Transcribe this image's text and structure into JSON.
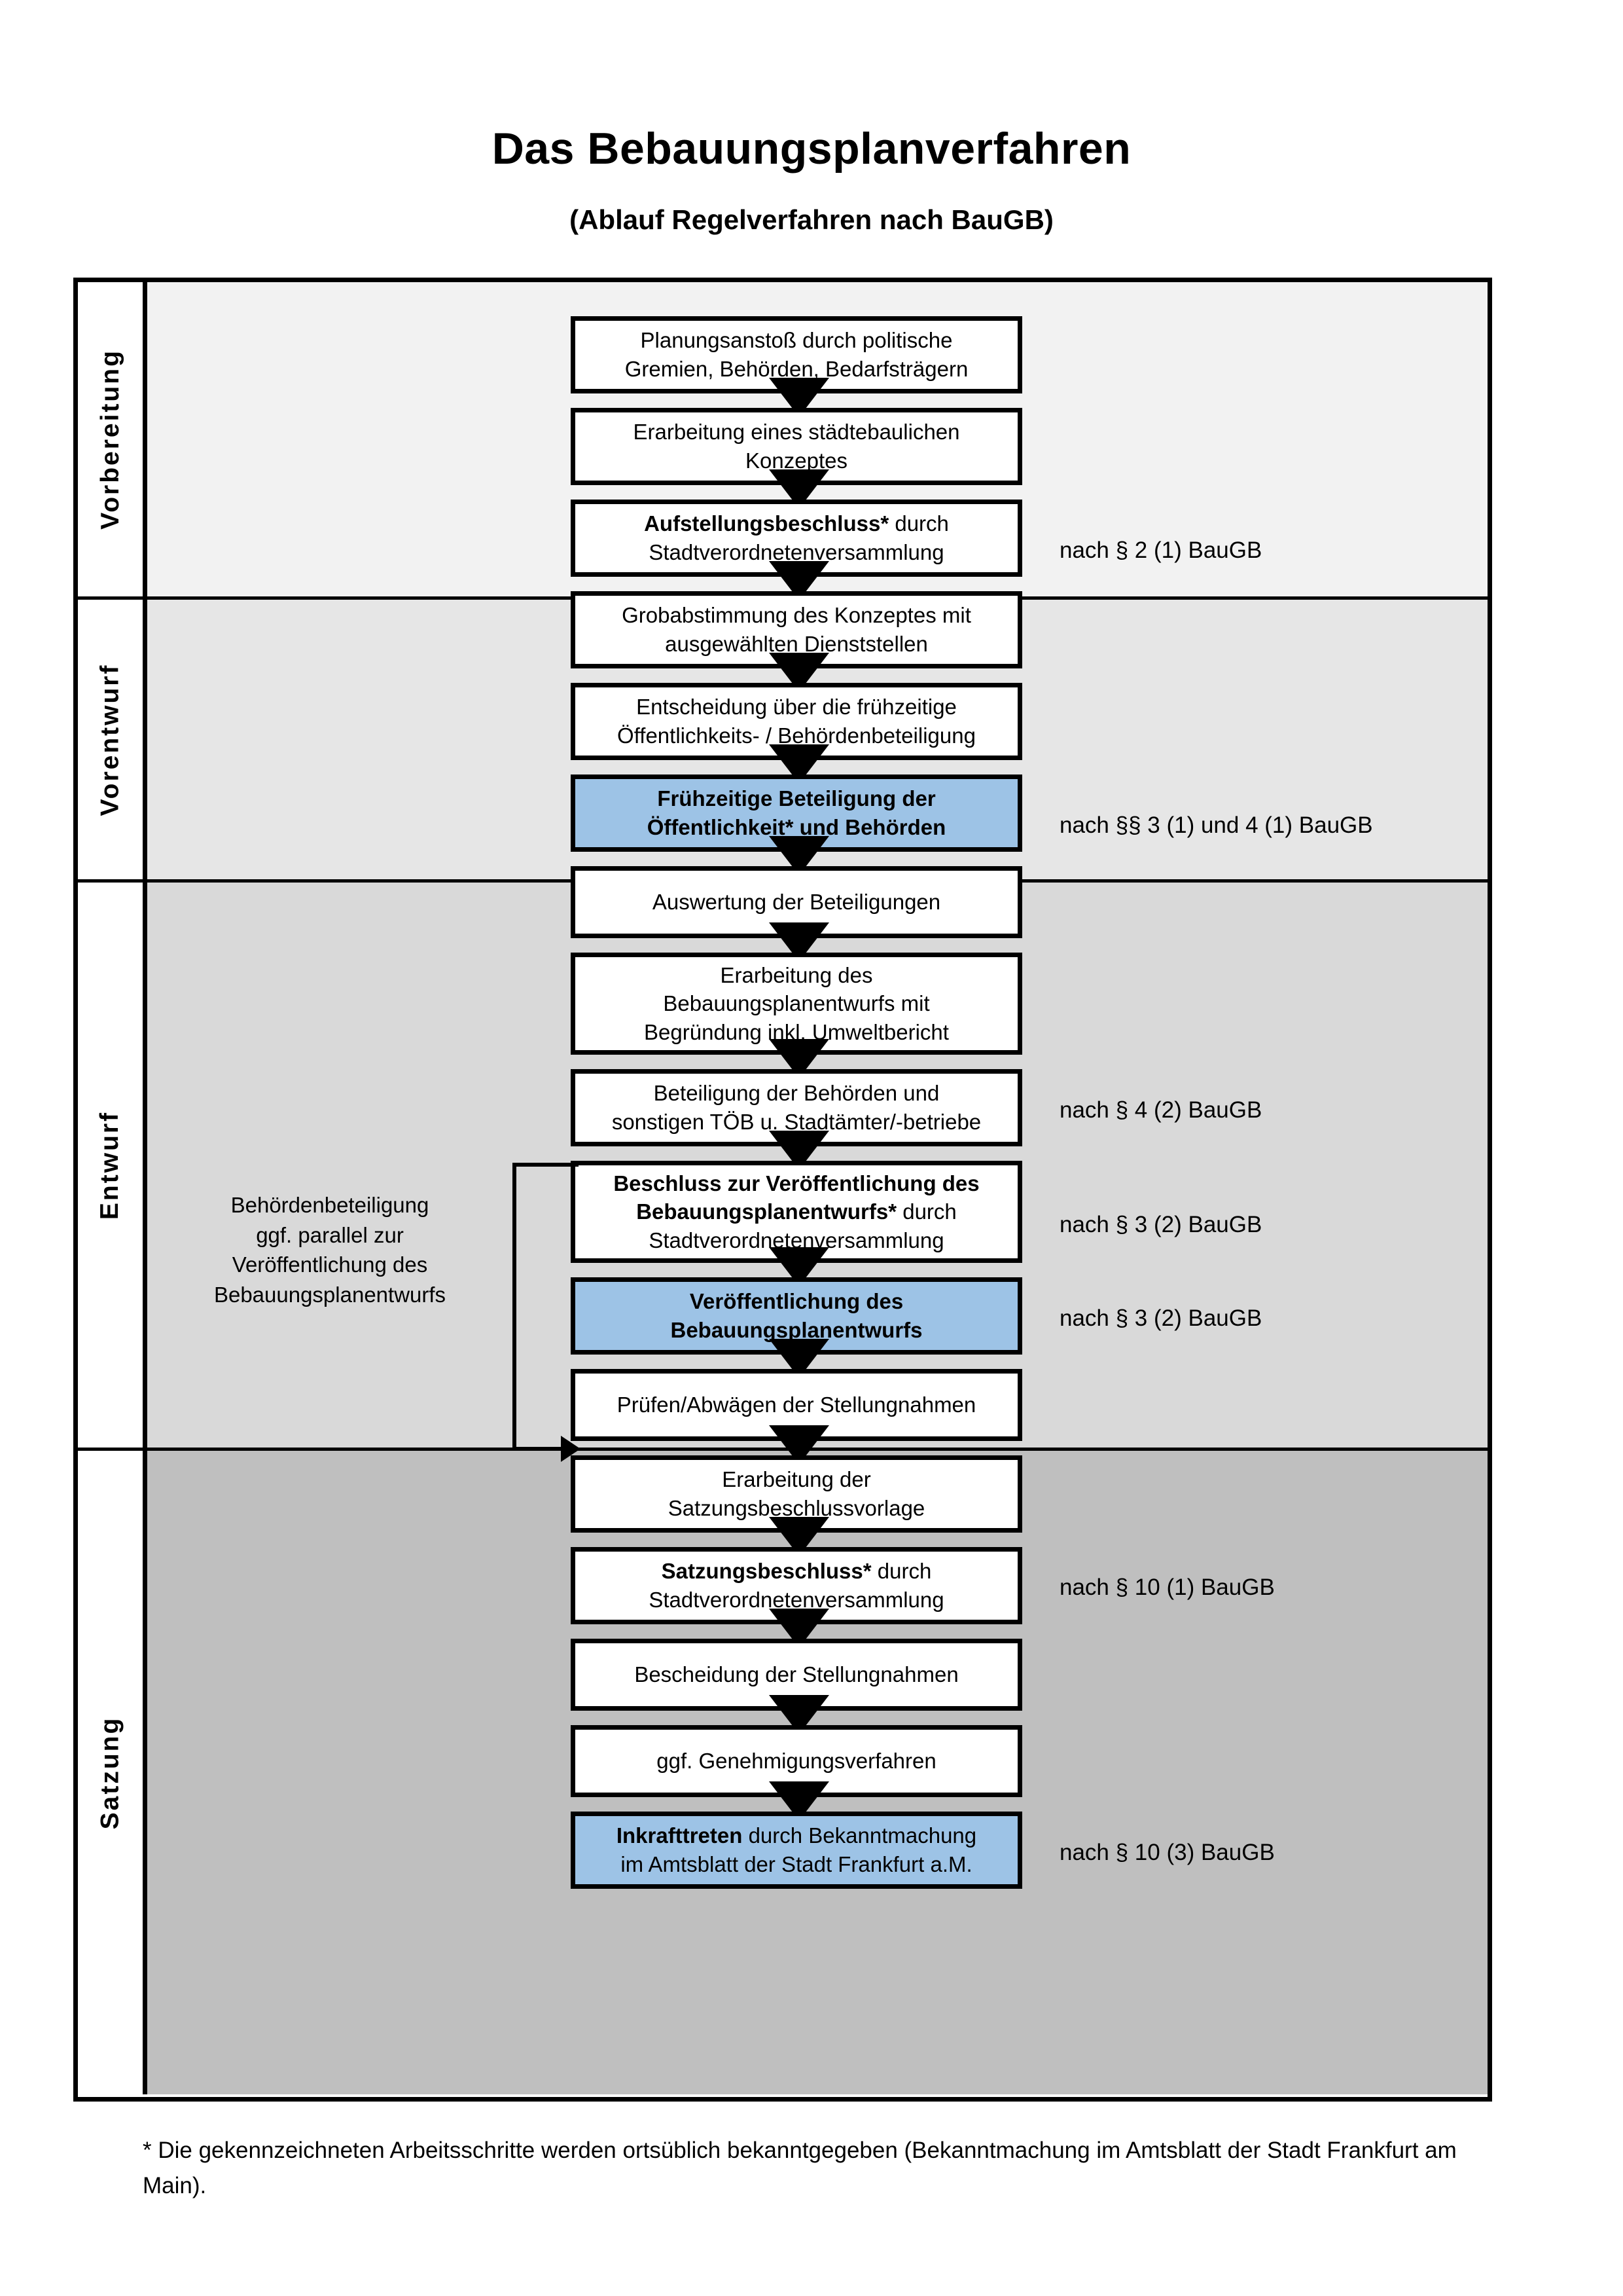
{
  "header": {
    "title": "Das Bebauungsplanverfahren",
    "subtitle": "(Ablauf Regelverfahren nach BauGB)"
  },
  "colors": {
    "highlight_blue": "#9DC3E6",
    "band_vorbereitung": "#F2F2F2",
    "band_vorentwurf": "#E6E6E6",
    "band_entwurf": "#D9D9D9",
    "band_satzung": "#BFBFBF",
    "line": "#000000"
  },
  "phases": [
    {
      "id": "vorbereitung",
      "label": "Vorbereitung"
    },
    {
      "id": "vorentwurf",
      "label": "Vorentwurf"
    },
    {
      "id": "entwurf",
      "label": "Entwurf"
    },
    {
      "id": "satzung",
      "label": "Satzung"
    }
  ],
  "steps": [
    {
      "id": "planungsanstoss",
      "phase": "vorbereitung",
      "highlight": false,
      "line1_bold": "",
      "line1": "Planungsanstoß durch politische",
      "line2": "Gremien, Behörden, Bedarfsträgern"
    },
    {
      "id": "staedtebauliches-konzept",
      "phase": "vorbereitung",
      "highlight": false,
      "line1_bold": "",
      "line1": "Erarbeitung eines städtebaulichen",
      "line2": "Konzeptes"
    },
    {
      "id": "aufstellungsbeschluss",
      "phase": "vorbereitung",
      "highlight": false,
      "line1_bold": "Aufstellungsbeschluss*",
      "line1": " durch",
      "line2": "Stadtverordnetenversammlung"
    },
    {
      "id": "grobabstimmung",
      "phase": "vorentwurf",
      "highlight": false,
      "line1_bold": "",
      "line1": "Grobabstimmung des Konzeptes mit",
      "line2": "ausgewählten Dienststellen"
    },
    {
      "id": "entscheidung-fruehzeitig",
      "phase": "vorentwurf",
      "highlight": false,
      "line1_bold": "",
      "line1": "Entscheidung über die frühzeitige",
      "line2": "Öffentlichkeits- / Behördenbeteiligung"
    },
    {
      "id": "fruehzeitige-beteiligung",
      "phase": "vorentwurf",
      "highlight": true,
      "line1_bold": "Frühzeitige Beteiligung der",
      "line1": "",
      "line2_bold": "Öffentlichkeit* und Behörden",
      "line2": ""
    },
    {
      "id": "auswertung-beteiligungen",
      "phase": "entwurf",
      "highlight": false,
      "line1_bold": "",
      "line1": "Auswertung der Beteiligungen",
      "line2": ""
    },
    {
      "id": "erarbeitung-entwurf",
      "phase": "entwurf",
      "highlight": false,
      "line1_bold": "",
      "line1": "Erarbeitung des",
      "line2": "Bebauungsplanentwurfs mit",
      "line3": "Begründung inkl. Umweltbericht"
    },
    {
      "id": "beteiligung-behoerden",
      "phase": "entwurf",
      "highlight": false,
      "line1_bold": "",
      "line1": "Beteiligung der Behörden und",
      "line2": "sonstigen TÖB u. Stadtämter/-betriebe"
    },
    {
      "id": "beschluss-veroeffentlichung",
      "phase": "entwurf",
      "highlight": false,
      "line1_bold": "Beschluss zur Veröffentlichung des",
      "line1": "",
      "line2_bold": "Bebauungsplanentwurfs*",
      "line2": " durch",
      "line3": "Stadtverordnetenversammlung"
    },
    {
      "id": "veroeffentlichung-entwurf",
      "phase": "entwurf",
      "highlight": true,
      "line1_bold": "Veröffentlichung des",
      "line1": "",
      "line2_bold": "Bebauungsplanentwurfs",
      "line2": ""
    },
    {
      "id": "pruefen-abwaegen",
      "phase": "satzung",
      "highlight": false,
      "line1_bold": "",
      "line1": "Prüfen/Abwägen der Stellungnahmen",
      "line2": ""
    },
    {
      "id": "satzungsbeschlussvorlage",
      "phase": "satzung",
      "highlight": false,
      "line1_bold": "",
      "line1": "Erarbeitung der",
      "line2": "Satzungsbeschlussvorlage"
    },
    {
      "id": "satzungsbeschluss",
      "phase": "satzung",
      "highlight": false,
      "line1_bold": "Satzungsbeschluss*",
      "line1": " durch",
      "line2": "Stadtverordnetenversammlung"
    },
    {
      "id": "bescheidung-stellungnahmen",
      "phase": "satzung",
      "highlight": false,
      "line1_bold": "",
      "line1": "Bescheidung der Stellungnahmen",
      "line2": ""
    },
    {
      "id": "genehmigungsverfahren",
      "phase": "satzung",
      "highlight": false,
      "line1_bold": "",
      "line1": "ggf. Genehmigungsverfahren",
      "line2": ""
    },
    {
      "id": "inkrafttreten",
      "phase": "satzung",
      "highlight": true,
      "line1_bold": "Inkrafttreten",
      "line1": " durch Bekanntmachung",
      "line2": "im Amtsblatt der Stadt Frankfurt a.M."
    }
  ],
  "side_note": {
    "line1": "Behördenbeteiligung",
    "line2": "ggf. parallel zur",
    "line3": "Veröffentlichung des",
    "line4": "Bebauungsplanentwurfs"
  },
  "legal_references": [
    {
      "id": "ref-par2-1",
      "text": "nach § 2 (1) BauGB",
      "for_step": "aufstellungsbeschluss"
    },
    {
      "id": "ref-par3-4-1",
      "text": "nach §§ 3 (1) und 4 (1) BauGB",
      "for_step": "fruehzeitige-beteiligung"
    },
    {
      "id": "ref-par4-2",
      "text": "nach § 4 (2) BauGB",
      "for_step": "beteiligung-behoerden"
    },
    {
      "id": "ref-par3-2-a",
      "text": "nach § 3 (2) BauGB",
      "for_step": "beschluss-veroeffentlichung"
    },
    {
      "id": "ref-par3-2-b",
      "text": "nach § 3 (2) BauGB",
      "for_step": "veroeffentlichung-entwurf"
    },
    {
      "id": "ref-par10-1",
      "text": "nach § 10 (1) BauGB",
      "for_step": "satzungsbeschluss"
    },
    {
      "id": "ref-par10-3",
      "text": "nach § 10 (3) BauGB",
      "for_step": "inkrafttreten"
    }
  ],
  "footnote": {
    "text": "* Die gekennzeichneten Arbeitsschritte werden ortsüblich bekanntgegeben (Bekanntmachung im Amtsblatt  der Stadt Frankfurt am Main)."
  }
}
